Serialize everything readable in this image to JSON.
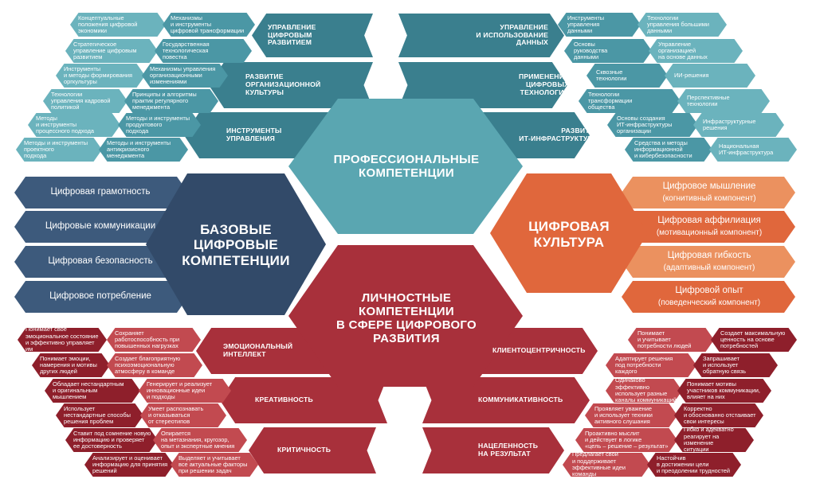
{
  "colors": {
    "teal_dark": "#3a7f8e",
    "teal_mid": "#4b97a5",
    "teal_light": "#6bb3bd",
    "teal_hex": "#5aa6b1",
    "navy": "#324a69",
    "navy_pill": "#3d5a7c",
    "red_dark": "#8e1f2b",
    "red_mid": "#a8303b",
    "red_light": "#c24a50",
    "orange": "#e0673c",
    "orange_light": "#eb915f"
  },
  "hexagons": {
    "professional": "ПРОФЕССИОНАЛЬНЫЕ\nКОМПЕТЕНЦИИ",
    "basic": "БАЗОВЫЕ\nЦИФРОВЫЕ\nКОМПЕТЕНЦИИ",
    "culture": "ЦИФРОВАЯ\nКУЛЬТУРА",
    "personal": "ЛИЧНОСТНЫЕ\nКОМПЕТЕНЦИИ\nВ СФЕРЕ ЦИФРОВОГО\nРАЗВИТИЯ"
  },
  "professional_left": [
    {
      "title": "УПРАВЛЕНИЕ\nЦИФРОВЫМ\nРАЗВИТИЕМ",
      "items": [
        "Концептуальные\nположения цифровой\nэкономики",
        "Механизмы\nи инструменты\nцифровой трансформации",
        "Стратегическое\nуправление цифровым\nразвитием",
        "Государственная\nтехнологическая\nповестка"
      ]
    },
    {
      "title": "РАЗВИТИЕ\nОРГАНИЗАЦИОННОЙ\nКУЛЬТУРЫ",
      "items": [
        "Инструменты\nи методы формирования\nоргкультуры",
        "Механизмы управления\nорганизационными\nизменениями",
        "Технологии\nуправления кадровой\nполитикой",
        "Принципы и алгоритмы\nпрактик регулярного\nменеджмента"
      ]
    },
    {
      "title": "ИНСТРУМЕНТЫ\nУПРАВЛЕНИЯ",
      "items": [
        "Методы\nи инструменты\nпроцессного подхода",
        "Методы и инструменты\nпродуктового\nподхода",
        "Методы и инструменты\nпроектного\nподхода",
        "Методы и инструменты\nантикризисного\nменеджмента"
      ]
    }
  ],
  "professional_right": [
    {
      "title": "УПРАВЛЕНИЕ\nИ ИСПОЛЬЗОВАНИЕ\nДАННЫХ",
      "items": [
        "Инструменты\nуправления\nданными",
        "Технологии\nуправления большими\nданными",
        "Основы\nруководства\nданными",
        "Управление\nорганизацией\nна основе данных"
      ]
    },
    {
      "title": "ПРИМЕНЕНИЕ\nЦИФРОВЫХ\nТЕХНОЛОГИЙ",
      "items": [
        "Сквозные\nтехнологии",
        "ИИ-решения",
        "Технологии\nтрансформации\nобщества",
        "Перспективные\nтехнологии"
      ]
    },
    {
      "title": "РАЗВИТИЕ\nИТ-ИНФРАСТРУКТУРЫ",
      "items": [
        "Основы создания\nИТ-инфраструктуры\nорганизации",
        "Инфраструктурные\nрешения",
        "Средства и методы\nинформационной\nи кибербезопасности",
        "Национальная\nИТ-инфраструктура"
      ]
    }
  ],
  "basic_items": [
    "Цифровая грамотность",
    "Цифровые коммуникации",
    "Цифровая безопасность",
    "Цифровое потребление"
  ],
  "culture_items": [
    {
      "title": "Цифровое мышление",
      "sub": "(когнитивный компонент)"
    },
    {
      "title": "Цифровая аффилиация",
      "sub": "(мотивационный компонент)"
    },
    {
      "title": "Цифровая гибкость",
      "sub": "(адаптивный компонент)"
    },
    {
      "title": "Цифровой опыт",
      "sub": "(поведенческий компонент)"
    }
  ],
  "personal_left": [
    {
      "title": "ЭМОЦИОНАЛЬНЫЙ\nИНТЕЛЛЕКТ",
      "items": [
        "Понимает свое\nэмоциональное состояние\nи эффективно управляет им",
        "Сохраняет\nработоспособность при\nповышенных нагрузках",
        "Понимает эмоции,\nнамерения и мотивы\nдругих людей",
        "Создает благоприятную\nпсихоэмоциональную\nатмосферу в команде"
      ]
    },
    {
      "title": "КРЕАТИВНОСТЬ",
      "items": [
        "Обладает нестандартным\nи оригинальным\nмышлением",
        "Генерирует и реализует\nинновационные идеи\nи подходы",
        "Использует\nнестандартные способы\nрешения проблем",
        "Умеет распознавать\nи отказываться\nот стереотипов"
      ]
    },
    {
      "title": "КРИТИЧНОСТЬ",
      "items": [
        "Ставит под сомнение новую\nинформацию и проверяет\nее достоверность",
        "Опирается\nна метазнания, кругозор,\nопыт и экспертные мнения",
        "Анализирует и оценивает\nинформацию для принятия\nрешений",
        "Выделяет и учитывает\nвсе актуальные факторы\nпри решении задач"
      ]
    }
  ],
  "personal_right": [
    {
      "title": "КЛИЕНТОЦЕНТРИЧНОСТЬ",
      "items": [
        "Понимает\nи учитывает\nпотребности людей",
        "Создает максимальную\nценность на основе\nпотребностей",
        "Адаптирует решения\nпод потребности\nкаждого",
        "Запрашивает\nи использует\nобратную связь"
      ]
    },
    {
      "title": "КОММУНИКАТИВНОСТЬ",
      "items": [
        "Одинаково эффективно\nиспользует разные\nканалы коммуникаций",
        "Понимает мотивы\nучастников коммуникации,\nвлияет на них",
        "Проявляет уважение\nи использует техники\nактивного слушания",
        "Корректно\nи обоснованно отстаивает\nсвои интересы"
      ]
    },
    {
      "title": "НАЦЕЛЕННОСТЬ\nНА РЕЗУЛЬТАТ",
      "items": [
        "Проактивно мыслит\nи действует в логике\n«цель – решение – результат»",
        "Гибко и адекватно\nреагирует на изменение\nситуации",
        "Предлагает свои\nи поддерживает\nэффективные идеи команды",
        "Настойчив\nв достижении цели\nи преодолении трудностей"
      ]
    }
  ]
}
